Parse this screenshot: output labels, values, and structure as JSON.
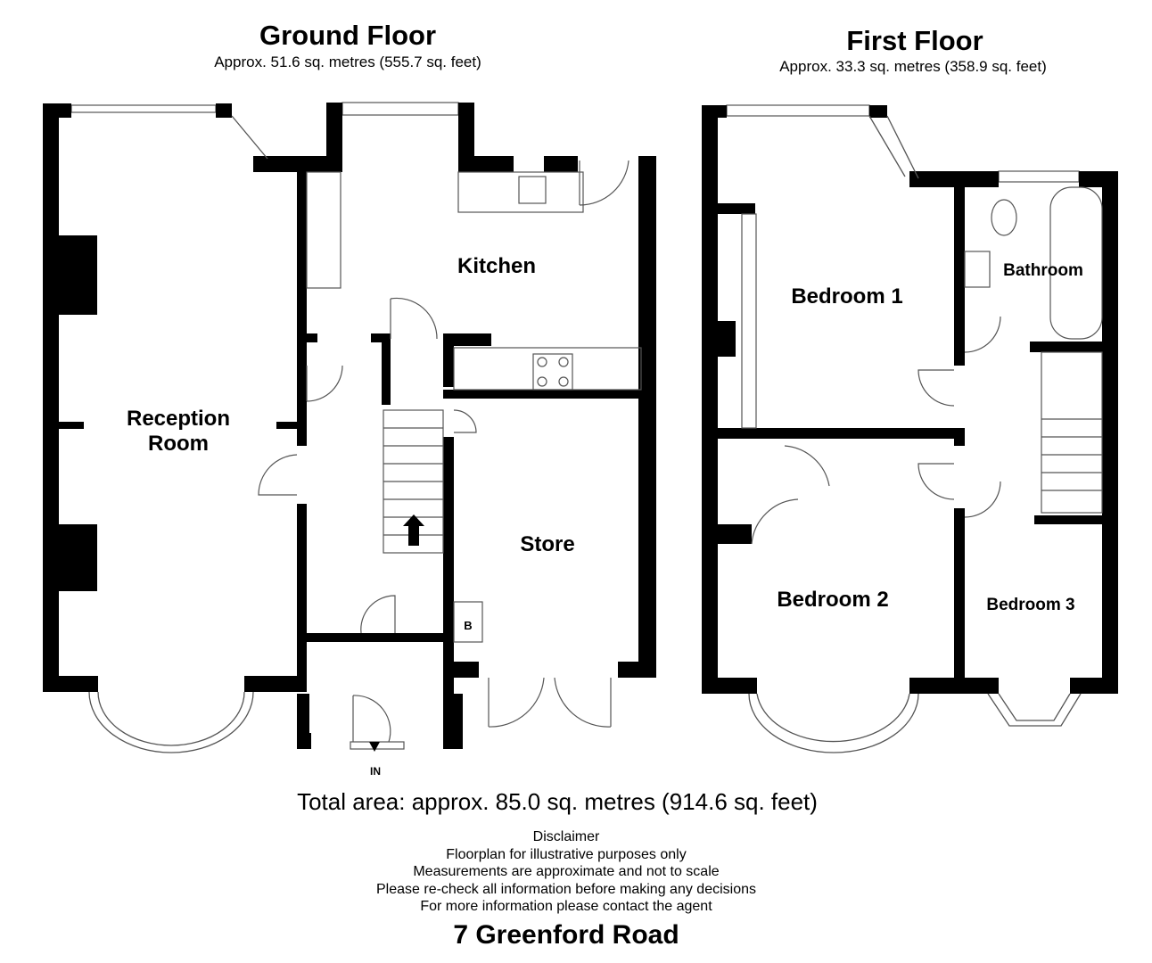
{
  "ground_floor": {
    "title": "Ground Floor",
    "area": "Approx. 51.6 sq. metres (555.7 sq. feet)",
    "rooms": {
      "kitchen": "Kitchen",
      "reception_line1": "Reception",
      "reception_line2": "Room",
      "store": "Store",
      "boiler": "B",
      "entrance": "IN"
    }
  },
  "first_floor": {
    "title": "First Floor",
    "area": "Approx. 33.3 sq. metres (358.9 sq. feet)",
    "rooms": {
      "bedroom1": "Bedroom 1",
      "bedroom2": "Bedroom 2",
      "bedroom3": "Bedroom 3",
      "bathroom": "Bathroom"
    }
  },
  "total_area": "Total area: approx. 85.0 sq. metres (914.6 sq. feet)",
  "disclaimer": {
    "heading": "Disclaimer",
    "lines": [
      "Floorplan for illustrative purposes only",
      "Measurements are approximate and not to scale",
      "Please re-check all information before making any decisions",
      "For more information please contact the agent"
    ]
  },
  "address": "7 Greenford Road",
  "colors": {
    "wall": "#000000",
    "fixture": "#555555",
    "background": "#ffffff"
  }
}
